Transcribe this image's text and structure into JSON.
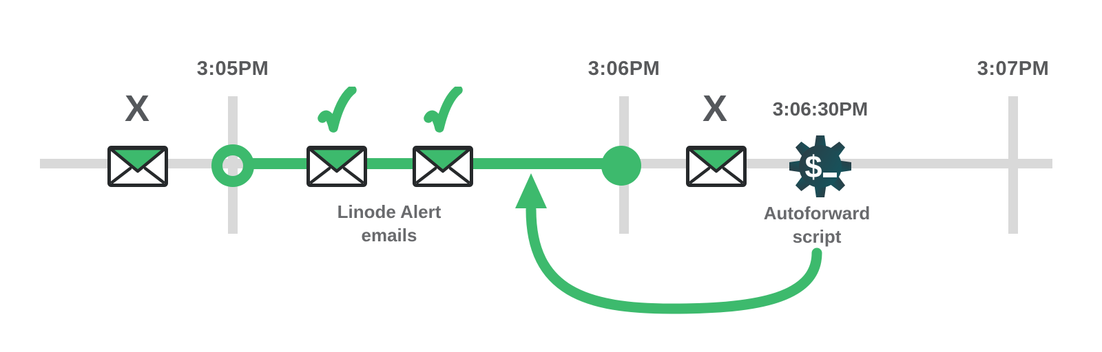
{
  "diagram": {
    "type": "timeline",
    "axis_ticks": [
      {
        "label": "3:05PM"
      },
      {
        "label": "3:06PM"
      },
      {
        "label": "3:07PM"
      }
    ],
    "emails": [
      {
        "marker": "X",
        "status": "missed"
      },
      {
        "marker": "check",
        "status": "captured"
      },
      {
        "marker": "check",
        "status": "captured"
      },
      {
        "marker": "X",
        "status": "missed"
      }
    ],
    "captions": {
      "linode": [
        "Linode Alert",
        "emails"
      ],
      "autoforward": [
        "Autoforward",
        "script"
      ]
    },
    "script_event": {
      "time": "3:06:30PM"
    },
    "colors": {
      "green": "#3dba6d",
      "track": "#d9d9d9",
      "time_text": "#58595b",
      "caption_text": "#696a6d",
      "envelope_outline": "#26292b",
      "gear_dark": "#2d3c44",
      "gear_teal": "#17525b"
    }
  }
}
